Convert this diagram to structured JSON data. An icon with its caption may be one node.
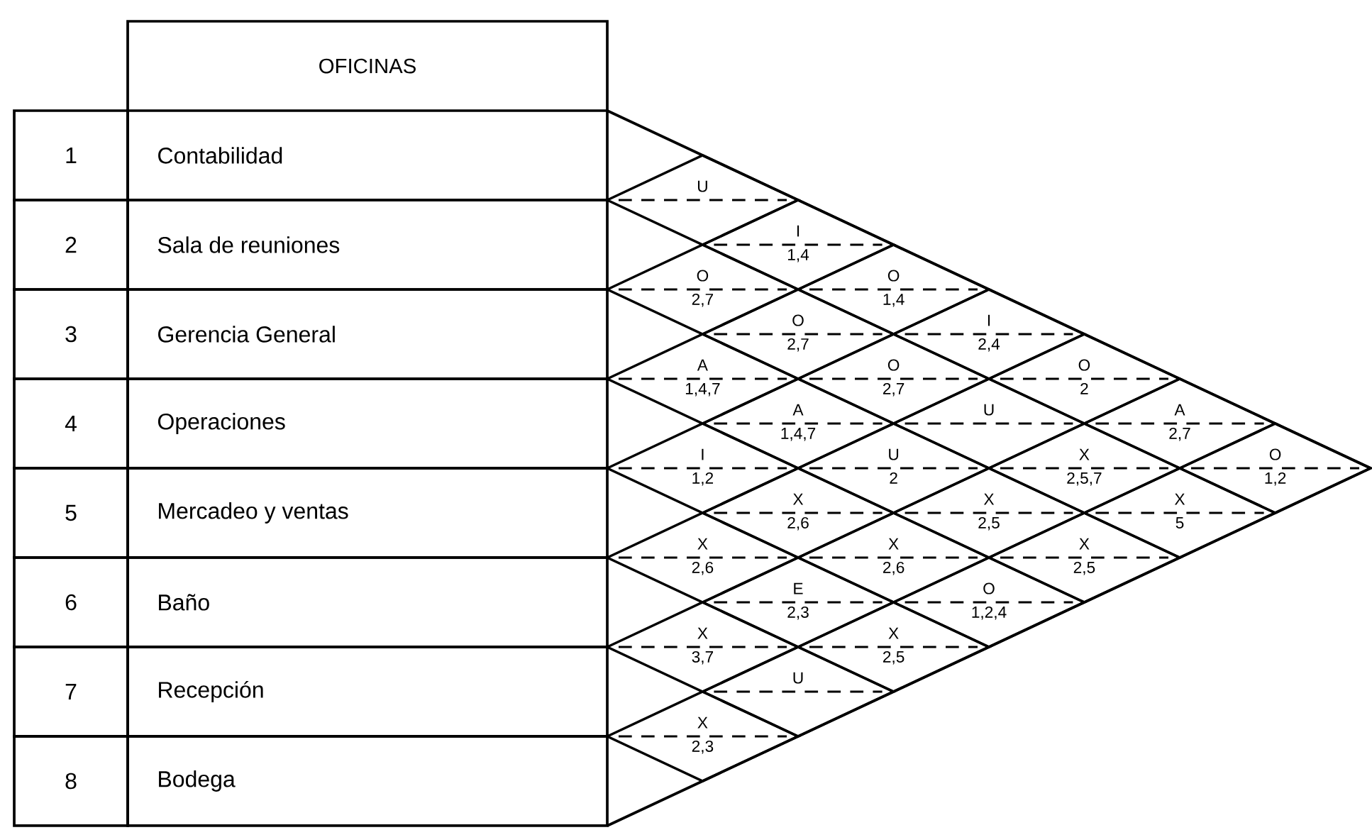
{
  "diagram": {
    "nodes": [
      {
        "text": [
          "U"
        ]
      },
      {
        "text": [
          "I",
          "1,4"
        ]
      },
      {
        "text": [
          "O",
          "2,7"
        ]
      },
      {
        "text": [
          "O",
          "1,4"
        ]
      },
      {
        "text": [
          "O",
          "2,7"
        ]
      },
      {
        "text": [
          "I",
          "2,4"
        ]
      },
      {
        "text": [
          "A",
          "1,4,7"
        ]
      },
      {
        "text": [
          "O",
          "2,7"
        ]
      },
      {
        "text": [
          "O",
          "2"
        ]
      },
      {
        "text": [
          "A",
          "1,4,7"
        ]
      },
      {
        "text": [
          "U"
        ]
      },
      {
        "text": [
          "A",
          "2,7"
        ]
      },
      {
        "text": [
          "I",
          "1,2"
        ]
      },
      {
        "text": [
          "U",
          "2"
        ]
      },
      {
        "text": [
          "X",
          "2,5,7"
        ]
      },
      {
        "text": [
          "O",
          "1,2"
        ]
      },
      {
        "text": [
          "X",
          "2,6"
        ]
      },
      {
        "text": [
          "X",
          "2,5"
        ]
      },
      {
        "text": [
          "X",
          "5"
        ]
      },
      {
        "text": [
          "X",
          "2,6"
        ]
      },
      {
        "text": [
          "X",
          "2,6"
        ]
      },
      {
        "text": [
          "X",
          "2,5"
        ]
      },
      {
        "text": [
          "E",
          "2,3"
        ]
      },
      {
        "text": [
          "O",
          "1,2,4"
        ]
      },
      {
        "text": [
          "X",
          "3,7"
        ]
      },
      {
        "text": [
          "X",
          "2,5"
        ]
      },
      {
        "text": [
          "U"
        ]
      },
      {
        "text": [
          "X",
          "2,3"
        ]
      }
    ],
    "labels": [
      "OFICINAS",
      "1",
      "Contabilidad",
      "2",
      "Sala de reuniones",
      "3",
      "Gerencia General",
      "4",
      "Operaciones",
      "5",
      "Mercadeo y ventas",
      "6",
      "Baño",
      "7",
      "Recepción",
      "8",
      "Bodega"
    ]
  }
}
